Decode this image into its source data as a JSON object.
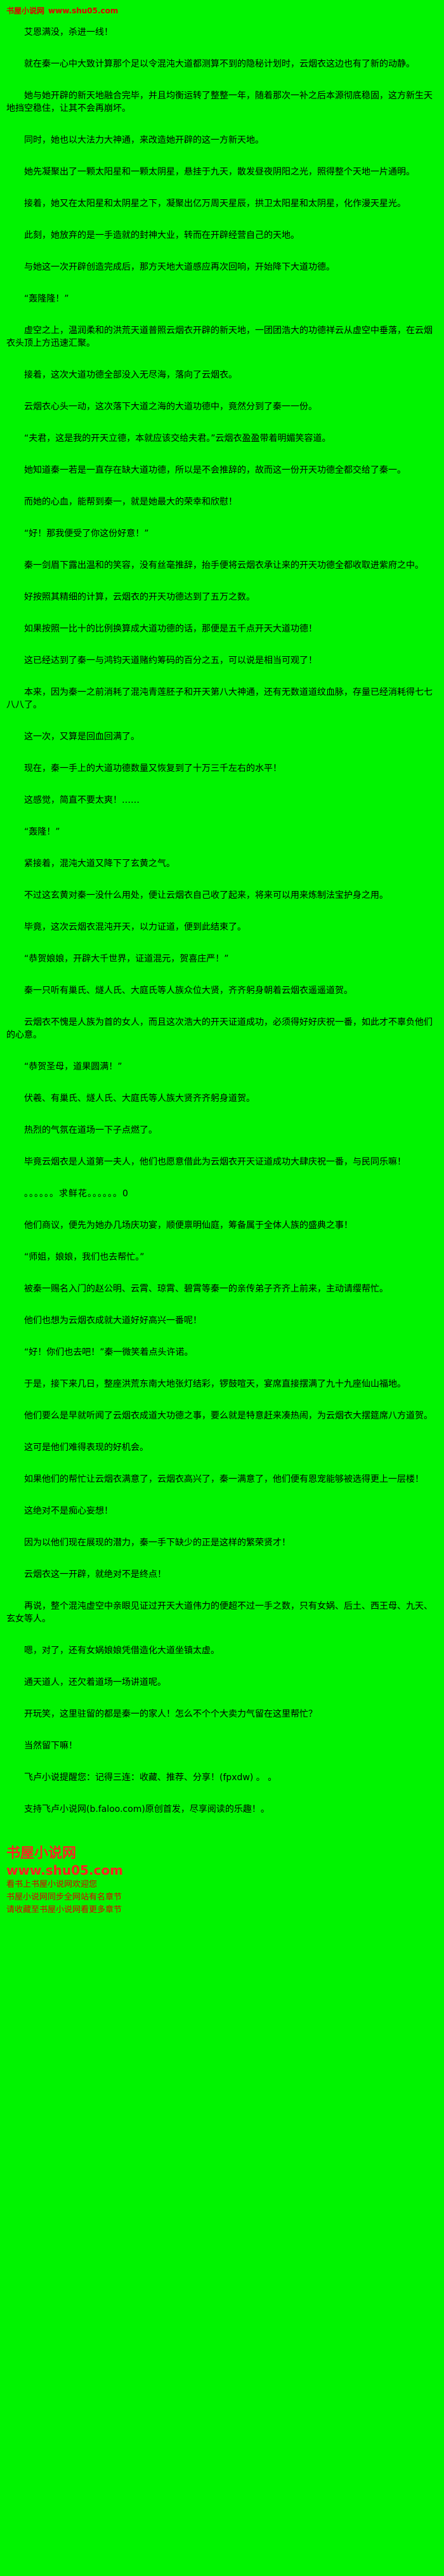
{
  "colors": {
    "background": "#00f400",
    "body_text": "#000000",
    "header_red": "#e00000",
    "footer_red": "#ff2222"
  },
  "header": {
    "site_name": "书屋小说网",
    "site_url": "www.shu05.com"
  },
  "content": {
    "chapter_title": "艾恩满没，杀进一线！",
    "paragraphs": [
      {
        "text": "就在秦一心中大致计算那个足以令混沌大道都测算不到的隐秘计划时，云烟衣这边也有了新的动静。"
      },
      {
        "text": "她与她开辟的新天地融合完毕，并且均衡运转了整整一年，随着那次一补之后本源彻底稳固，这方新生天地挡空稳住，让其不会再崩坏。"
      },
      {
        "text": "同时，她也以大法力大神通，来改造她开辟的这一方新天地。"
      },
      {
        "text": "她先凝聚出了一颗太阳星和一颗太阴星，悬挂于九天，散发昼夜阴阳之光，照得整个天地一片通明。"
      },
      {
        "text": "接着，她又在太阳星和太阴星之下，凝聚出亿万周天星辰，拱卫太阳星和太阴星，化作漫天星光。"
      },
      {
        "text": "此刻，她放弃的是一手造就的封神大业，转而在开辟经营自己的天地。"
      },
      {
        "text": "与她这一次开辟创造完成后，那方天地大道感应再次回响，开始降下大道功德。"
      },
      {
        "text": "“轰隆隆！”"
      },
      {
        "text": "虚空之上，温润柔和的洪荒天道普照云烟衣开辟的新天地，一团团浩大的功德祥云从虚空中垂落，在云烟衣头顶上方迅速汇聚。"
      },
      {
        "text": "接着，这次大道功德全部没入无尽海，落向了云烟衣。"
      },
      {
        "text": "云烟衣心头一动，这次落下大道之海的大道功德中，竟然分到了秦一一份。"
      },
      {
        "text": "“夫君，这是我的开天立德，本就应该交给夫君。”云烟衣盈盈带着明媚笑容道。"
      },
      {
        "text": "她知道秦一若是一直存在缺大道功德，所以是不会推辞的，故而这一份开天功德全都交给了秦一。"
      },
      {
        "text": "而她的心血，能帮到秦一，就是她最大的荣幸和欣慰！"
      },
      {
        "text": "“好！那我便受了你这份好意！”"
      },
      {
        "text": "秦一剑眉下露出温和的笑容，没有丝毫推辞，抬手便将云烟衣承让来的开天功德全都收取进紫府之中。"
      },
      {
        "text": "好按照其精细的计算，云烟衣的开天功德达到了五万之数。"
      },
      {
        "text": "如果按照一比十的比例换算成大道功德的话，那便是五千点开天大道功德！"
      },
      {
        "text": "这已经达到了秦一与鸿钧天道赌约筹码的百分之五，可以说是相当可观了！"
      },
      {
        "text": "本来，因为秦一之前消耗了混沌青莲胚子和开天第八大神通，还有无数道道纹血脉，存量已经消耗得七七八八了。"
      },
      {
        "text": "这一次，又算是回血回满了。"
      },
      {
        "text": "现在，秦一手上的大道功德数量又恢复到了十万三千左右的水平！"
      },
      {
        "text": "这感觉，简直不要太爽！……"
      },
      {
        "text": "“轰隆！”"
      },
      {
        "text": "紧接着，混沌大道又降下了玄黄之气。"
      },
      {
        "text": "不过这玄黄对秦一没什么用处，便让云烟衣自己收了起来，将来可以用来炼制法宝护身之用。"
      },
      {
        "text": "毕竟，这次云烟衣混沌开天，以力证道，便到此结束了。"
      },
      {
        "text": "“恭贺娘娘，开辟大千世界，证道混元，贺喜庄严！”"
      },
      {
        "text": "秦一只听有巢氏、燧人氏、大庭氏等人族众位大贤，齐齐躬身朝着云烟衣遥遥道贺。"
      },
      {
        "text": "云烟衣不愧是人族为首的女人，而且这次浩大的开天证道成功，必须得好好庆祝一番，如此才不辜负他们的心意。"
      },
      {
        "text": "“恭贺圣母，道果圆满！”"
      },
      {
        "text": "伏羲、有巢氏、燧人氏、大庭氏等人族大贤齐齐躬身道贺。"
      },
      {
        "text": "热烈的气氛在道场一下子点燃了。"
      },
      {
        "text": "毕竟云烟衣是人道第一夫人，他们也愿意借此为云烟衣开天证道成功大肆庆祝一番，与民同乐嘛！"
      },
      {
        "text": "。。。。。。求鲜花。。。。。。0",
        "style": "divider"
      },
      {
        "text": "他们商议，便先为她办几场庆功宴，顺便禀明仙庭，筹备属于全体人族的盛典之事！"
      },
      {
        "text": "“师姐，娘娘，我们也去帮忙。”"
      },
      {
        "text": "被秦一赐名入门的赵公明、云霄、琼霄、碧霄等秦一的亲传弟子齐齐上前来，主动请缨帮忙。"
      },
      {
        "text": "他们也想为云烟衣成就大道好好高兴一番呢！"
      },
      {
        "text": "“好！你们也去吧！”秦一微笑着点头许诺。"
      },
      {
        "text": "于是，接下来几日，整座洪荒东南大地张灯结彩，锣鼓喧天，宴席直接摆满了九十九座仙山福地。"
      },
      {
        "text": "他们要么是早就听闻了云烟衣成道大功德之事，要么就是特意赶来凑热闹，为云烟衣大摆筵席八方道贺。"
      },
      {
        "text": "这可是他们难得表现的好机会。"
      },
      {
        "text": "如果他们的帮忙让云烟衣满意了，云烟衣高兴了，秦一满意了，他们便有恩宠能够被选得更上一层楼！"
      },
      {
        "text": "这绝对不是痴心妄想！"
      },
      {
        "text": "因为以他们现在展现的潜力，秦一手下缺少的正是这样的繁荣贤才！"
      },
      {
        "text": "云烟衣这一开辟，就绝对不是终点！"
      },
      {
        "text": "再说，整个混沌虚空中亲眼见证过开天大道伟力的便超不过一手之数，只有女娲、后土、西王母、九天、玄女等人。"
      },
      {
        "text": "嗯，对了，还有女娲娘娘凭借造化大道坐镇太虚。"
      },
      {
        "text": "通天道人，还欠着道场一场讲道呢。"
      },
      {
        "text": "开玩笑，这里驻留的都是秦一的家人！怎么不个个大卖力气留在这里帮忙？"
      },
      {
        "text": "当然留下嘛！"
      },
      {
        "text": "飞卢小说提醒您：记得三连：收藏、推荐、分享！(fpxdw) 。 。"
      },
      {
        "text": "支持飞卢小说网(b.faloo.com)原创首发，尽享阅读的乐趣！。"
      }
    ]
  },
  "footer": {
    "site_name": "书屋小说网",
    "site_url": "www.shu05.com",
    "lines": [
      "看书上书屋小说网欢迎您",
      "书屋小说网同步全网站有名章节",
      "请收藏至书屋小说网看更多章节"
    ]
  }
}
